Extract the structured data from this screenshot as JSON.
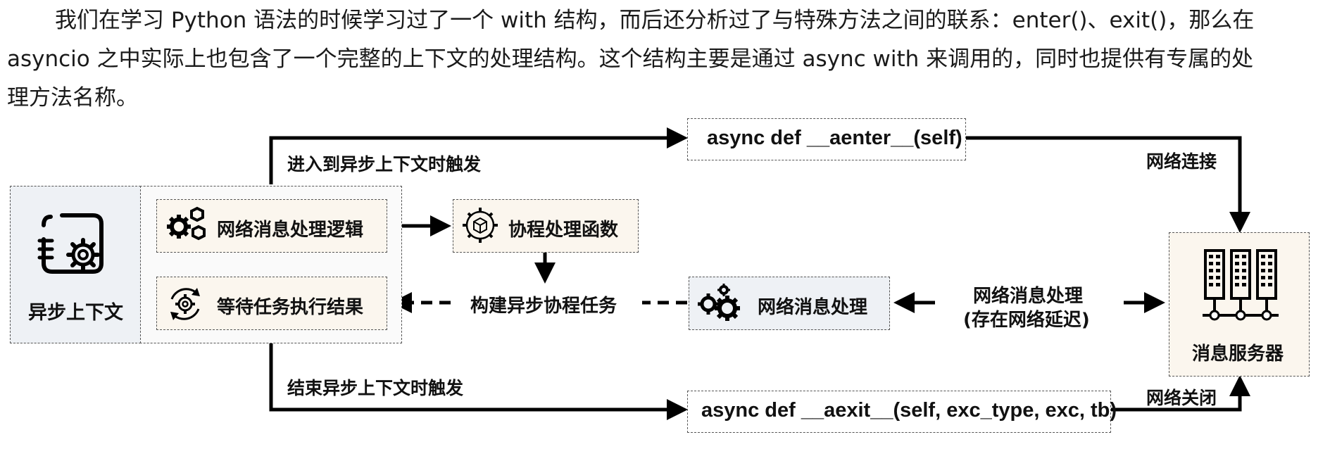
{
  "paragraph": {
    "line1": "我们在学习 Python 语法的时候学习过了一个 with 结构，而后还分析过了与特殊方法之间的联系：enter()、exit()，那么在",
    "line2": "asyncio 之中实际上也包含了一个完整的上下文的处理结构。这个结构主要是通过 async with 来调用的，同时也提供有专属的处",
    "line3": "理方法名称。"
  },
  "diagram": {
    "async_context_label": "异步上下文",
    "network_logic_label": "网络消息处理逻辑",
    "wait_result_label": "等待任务执行结果",
    "coroutine_func_label": "协程处理函数",
    "build_task_label": "构建异步协程任务",
    "network_process_label": "网络消息处理",
    "network_process_delay_line1": "网络消息处理",
    "network_process_delay_line2": "(存在网络延迟)",
    "message_server_label": "消息服务器",
    "aenter_code": "async def __aenter__(self)",
    "aexit_code": "async def __aexit__(self, exc_type, exc, tb)",
    "enter_trigger": "进入到异步上下文时触发",
    "exit_trigger": "结束异步上下文时触发",
    "network_connect": "网络连接",
    "network_close": "网络关闭"
  },
  "colors": {
    "cream_fill": "#fbf6ee",
    "grey_fill": "#eef1f5",
    "line": "#000000"
  },
  "icons": [
    "async-context-gear-icon",
    "gears-icon",
    "cube-gear-icon",
    "sync-gear-icon",
    "server-rack-icon"
  ]
}
